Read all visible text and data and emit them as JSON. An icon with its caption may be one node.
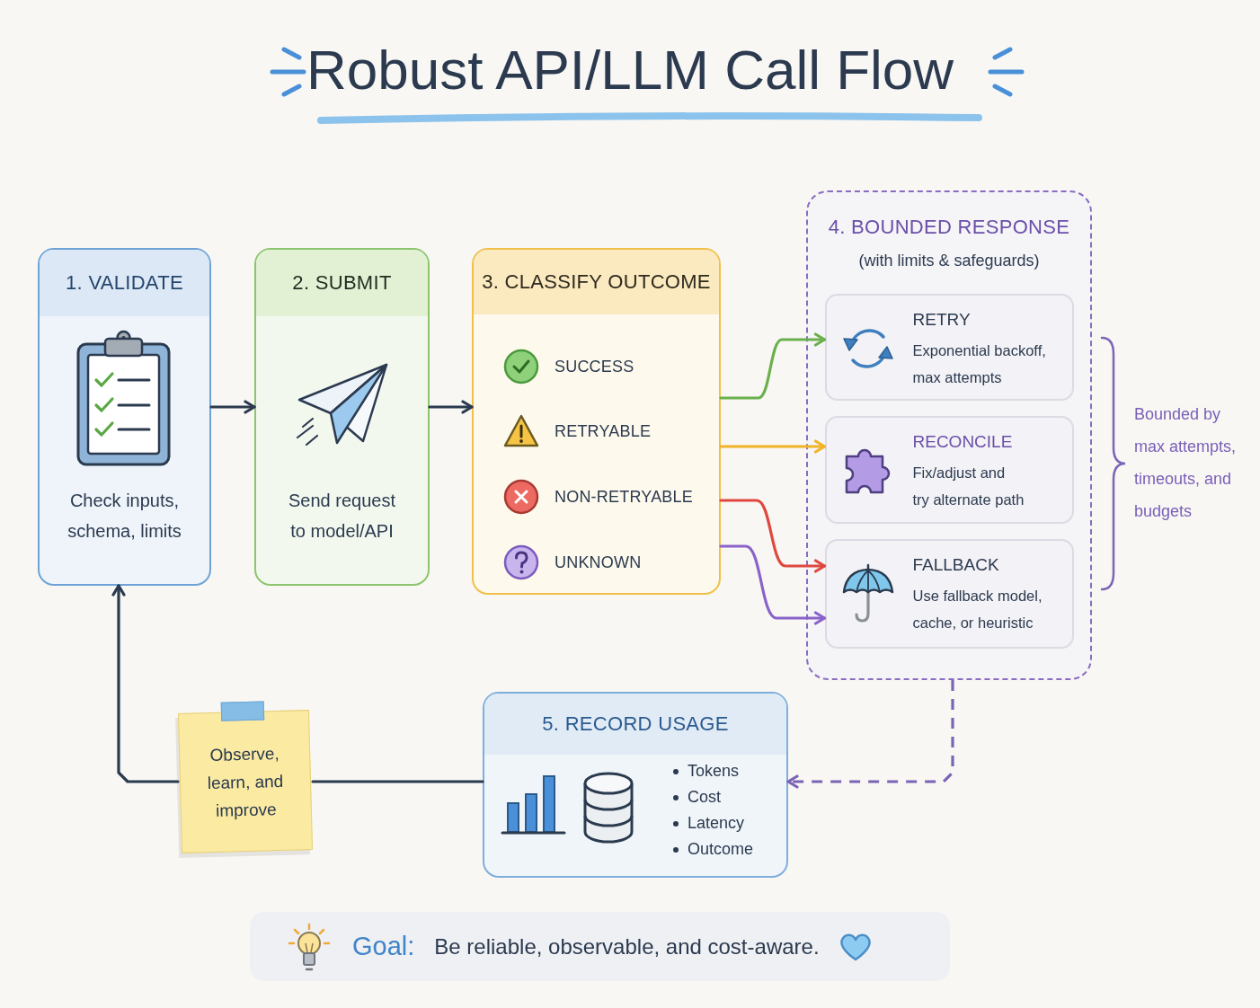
{
  "diagram": {
    "title": "Robust API/LLM Call Flow",
    "nodes": [
      {
        "text": [
          "1. VALIDATE",
          "Check inputs, schema, limits"
        ]
      },
      {
        "text": [
          "2. SUBMIT",
          "Send request to model/API"
        ]
      },
      {
        "text": [
          "3. CLASSIFY OUTCOME",
          "SUCCESS",
          "RETRYABLE",
          "NON-RETRYABLE",
          "UNKNOWN"
        ]
      },
      {
        "text": [
          "4. BOUNDED RESPONSE",
          "(with limits & safeguards)"
        ]
      },
      {
        "text": [
          "RETRY",
          "Exponential backoff, max attempts"
        ],
        "in": 3
      },
      {
        "text": [
          "RECONCILE",
          "Fix/adjust and try alternate path"
        ],
        "in": 3
      },
      {
        "text": [
          "FALLBACK",
          "Use fallback model, cache, or heuristic"
        ],
        "in": 3
      },
      {
        "text": [
          "5. RECORD USAGE",
          "Tokens",
          "Cost",
          "Latency",
          "Outcome"
        ]
      },
      {
        "text": [
          "Observe, learn, and improve"
        ]
      },
      {
        "text": [
          "Goal:",
          "Be reliable, observable, and cost-aware."
        ]
      }
    ],
    "edges": [
      {
        "from": 0,
        "to": 1,
        "arrow": "to"
      },
      {
        "from": 1,
        "to": 2,
        "arrow": "to"
      },
      {
        "from": 2,
        "to": 4,
        "arrow": "to",
        "color": "#6ab04c"
      },
      {
        "from": 2,
        "to": 5,
        "arrow": "to",
        "color": "#f0b429"
      },
      {
        "from": 2,
        "to": 6,
        "arrow": "to",
        "color": "#e0483e"
      },
      {
        "from": 2,
        "to": 6,
        "arrow": "to",
        "color": "#8a63c9"
      },
      {
        "from": 3,
        "to": 7,
        "arrow": "to",
        "style": "dashed",
        "color": "#7b64b5"
      },
      {
        "from": 7,
        "to": 8,
        "arrow": "none"
      },
      {
        "from": 8,
        "to": 0,
        "arrow": "to"
      }
    ],
    "labels": [
      "Bounded by max attempts, timeouts, and budgets"
    ]
  }
}
